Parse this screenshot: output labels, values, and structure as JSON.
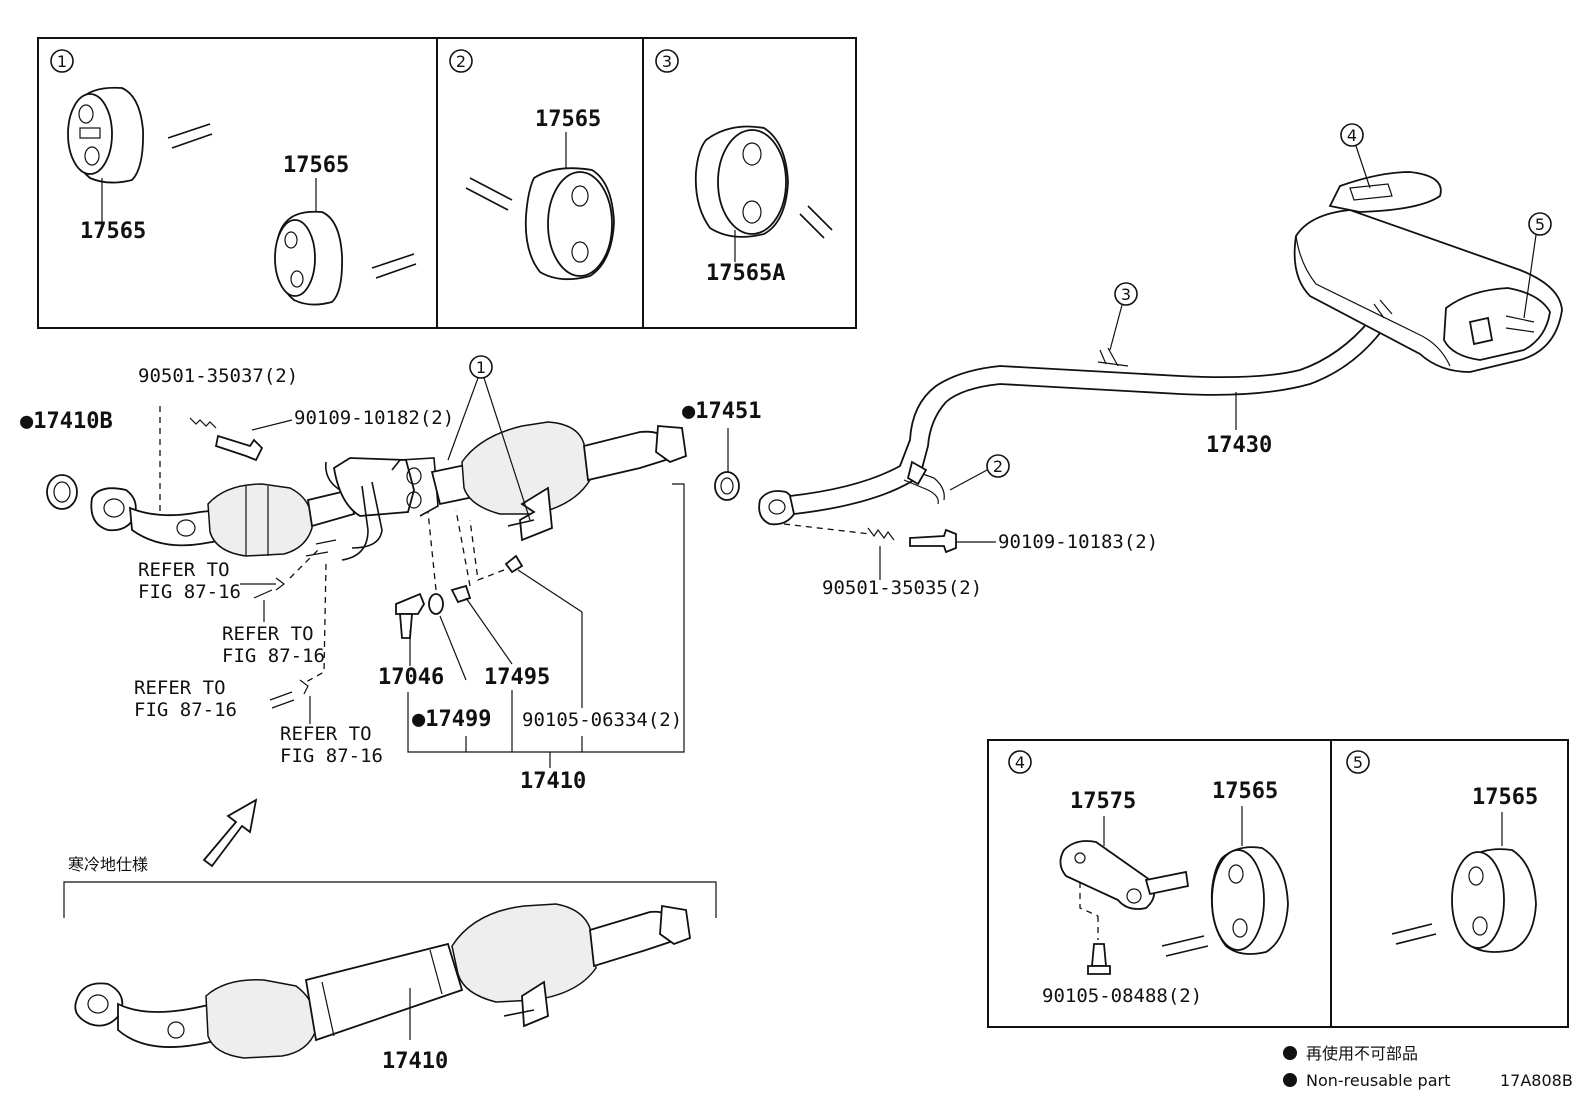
{
  "insets_top": [
    {
      "num": "1",
      "labels": [
        "17565",
        "17565"
      ]
    },
    {
      "num": "2",
      "labels": [
        "17565"
      ]
    },
    {
      "num": "3",
      "labels": [
        "17565A"
      ]
    }
  ],
  "insets_bottom": [
    {
      "num": "4",
      "labels": [
        "17575",
        "17565",
        "90105-08488(2)"
      ]
    },
    {
      "num": "5",
      "labels": [
        "17565"
      ]
    }
  ],
  "callouts": {
    "c1": "1",
    "c2": "2",
    "c3": "3",
    "c4": "4",
    "c5": "5"
  },
  "parts": {
    "p17410B": "●17410B",
    "p17451": "●17451",
    "p90501_37": "90501-35037(2)",
    "p90109_182": "90109-10182(2)",
    "p90109_183": "90109-10183(2)",
    "p90501_35": "90501-35035(2)",
    "p17430": "17430",
    "p17046": "17046",
    "p17495": "17495",
    "p17499": "●17499",
    "p90105_06": "90105-06334(2)",
    "p17410": "17410",
    "p17410_alt": "17410"
  },
  "refer": {
    "r1a": "REFER TO",
    "r1b": "FIG 87-16",
    "r2a": "REFER TO",
    "r2b": "FIG 87-16",
    "r3a": "REFER TO",
    "r3b": "FIG 87-16",
    "r4a": "REFER TO",
    "r4b": "FIG 87-16"
  },
  "cold_region_label": "寒冷地仕様",
  "legend": {
    "jp": "再使用不可部品",
    "en": "Non-reusable part"
  },
  "figure_code": "17A808B"
}
